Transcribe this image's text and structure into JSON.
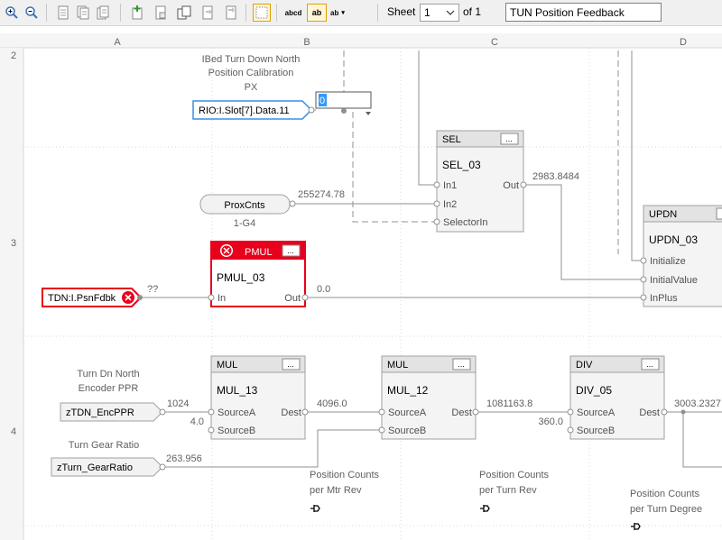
{
  "toolbar": {
    "sheet_label": "Sheet",
    "sheet_value": "1",
    "of_label": "of 1",
    "sheet_title": "TUN Position Feedback",
    "text_btn1": "abcd",
    "text_btn2": "ab",
    "text_btn3": "ab"
  },
  "grid": {
    "columns": [
      "A",
      "B",
      "C",
      "D"
    ],
    "rows": [
      "2",
      "3",
      "4"
    ]
  },
  "comments": {
    "ibed_title": [
      "IBed Turn Down North",
      "Position Calibration",
      "PX"
    ],
    "encoder_ppr": [
      "Turn Dn North",
      "Encoder PPR"
    ],
    "gear_ratio": "Turn Gear Ratio",
    "pos_mtr_rev": [
      "Position Counts",
      "per Mtr Rev"
    ],
    "pos_turn_rev": [
      "Position Counts",
      "per Turn Rev"
    ],
    "pos_turn_deg": [
      "Position Counts",
      "per Turn Degree"
    ]
  },
  "tags": {
    "rio_tag": "RIO:I.Slot[7].Data.11",
    "proxcnts": "ProxCnts",
    "proxcnts_ref": "1-G4",
    "tdn_tag": "TDN:I.PsnFdbk",
    "enc_ppr": "zTDN_EncPPR",
    "gear_ratio_tag": "zTurn_GearRatio"
  },
  "values": {
    "edit_box": "0",
    "proxcnts_val": "255274.78",
    "sel_out": "2983.8484",
    "unknown": "??",
    "pmul_out": "0.0",
    "enc_val": "1024",
    "mul13_b": "4.0",
    "mul13_dest": "4096.0",
    "mul12_dest": "1081163.8",
    "div_b": "360.0",
    "div_dest": "3003.2327",
    "gear_val": "263.956"
  },
  "blocks": {
    "sel": {
      "type": "SEL",
      "name": "SEL_03",
      "pins": [
        "In1",
        "In2",
        "SelectorIn",
        "Out"
      ]
    },
    "pmul": {
      "type": "PMUL",
      "name": "PMUL_03",
      "pins": [
        "In",
        "Out"
      ]
    },
    "updn": {
      "type": "UPDN",
      "name": "UPDN_03",
      "pins": [
        "Initialize",
        "InitialValue",
        "InPlus"
      ]
    },
    "mul13": {
      "type": "MUL",
      "name": "MUL_13",
      "pins": [
        "SourceA",
        "SourceB",
        "Dest"
      ]
    },
    "mul12": {
      "type": "MUL",
      "name": "MUL_12",
      "pins": [
        "SourceA",
        "SourceB",
        "Dest"
      ]
    },
    "div05": {
      "type": "DIV",
      "name": "DIV_05",
      "pins": [
        "SourceA",
        "SourceB",
        "Dest"
      ]
    },
    "ellipsis": "..."
  },
  "colors": {
    "error_red": "#e8001c",
    "block_header": "#e3e3e3",
    "wire": "#909090",
    "selected_blue": "#3a8ee6"
  }
}
